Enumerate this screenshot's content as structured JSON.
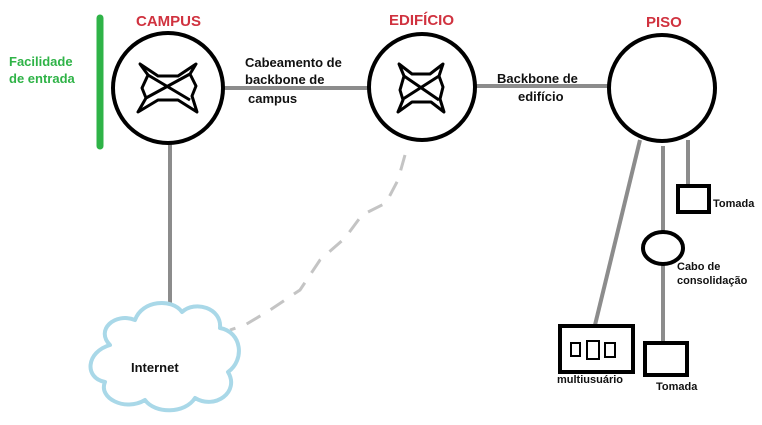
{
  "diagram": {
    "nodes": {
      "campus": "CAMPUS",
      "edificio": "EDIFÍCIO",
      "piso": "PISO"
    },
    "entrance_facility": [
      "Facilidade",
      "de entrada"
    ],
    "links": {
      "campus_backbone": [
        "Cabeamento de",
        "backbone de",
        "campus"
      ],
      "building_backbone": [
        "Backbone de",
        "edifício"
      ]
    },
    "internet": "Internet",
    "outlet_top": "Tomada",
    "consolidation_cable": [
      "Cabo de",
      "consolidação"
    ],
    "outlet_bottom": "Tomada",
    "multiuser": "multiusuário",
    "colors": {
      "title_red": "#d0323f",
      "entrance_green": "#2fb347",
      "link_gray": "#8c8c8c",
      "cloud_blue": "#a9d8e8"
    }
  }
}
